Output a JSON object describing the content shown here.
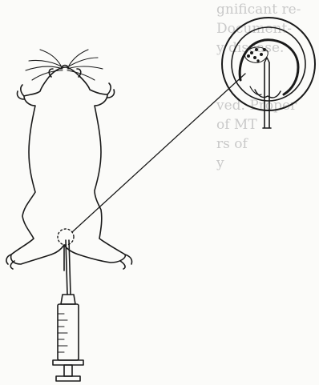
{
  "background_text": {
    "lines": [
      "gnificant re-",
      "Document-",
      "y disease.",
      "",
      "",
      "ved. Proper",
      "of MT",
      "rs of ",
      "y"
    ]
  },
  "colors": {
    "ink": "#1a1a1a",
    "paper": "#fbfbf9",
    "bleed": "#c9c9c9"
  },
  "icons": {
    "mouse": "mouse-outline-icon",
    "syringe": "syringe-icon",
    "magnifier": "magnified-injection-site-icon"
  }
}
